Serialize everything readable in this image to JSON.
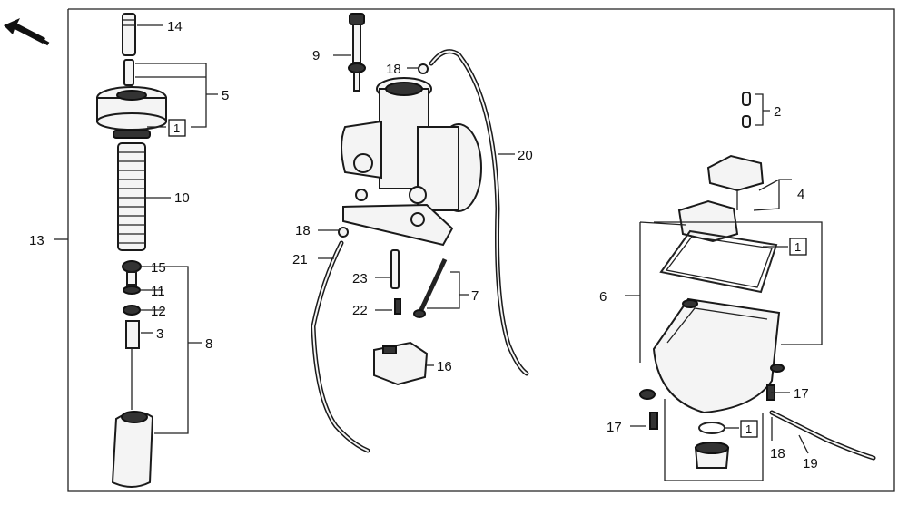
{
  "callouts": [
    "14",
    "5",
    "1",
    "10",
    "13",
    "15",
    "11",
    "12",
    "3",
    "8",
    "9",
    "18",
    "20",
    "18",
    "21",
    "23",
    "7",
    "22",
    "16",
    "2",
    "4",
    "1",
    "6",
    "17",
    "17",
    "1",
    "18",
    "19"
  ],
  "front_arrow_icon": "arrow-up-left-icon"
}
